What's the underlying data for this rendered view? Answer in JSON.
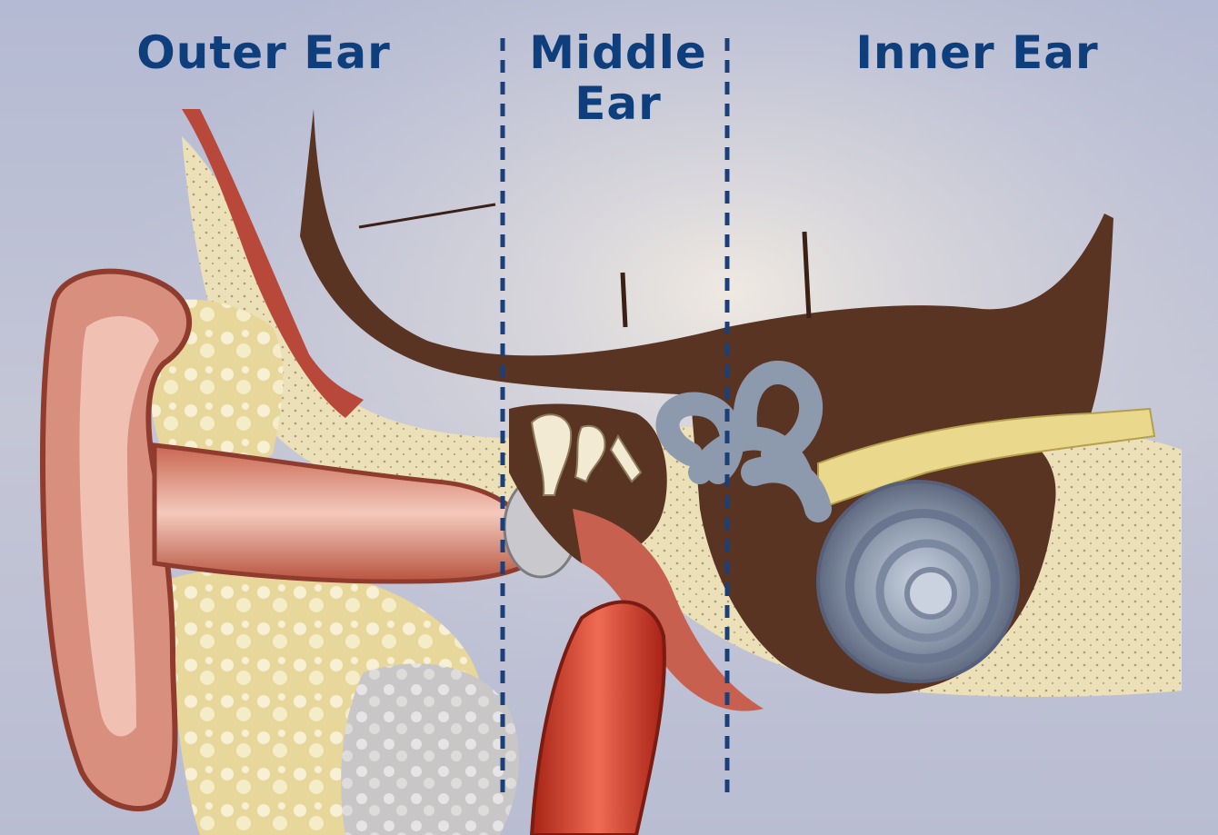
{
  "labels": {
    "outer": "Outer Ear",
    "middle": "Middle Ear",
    "inner": "Inner Ear"
  },
  "colors": {
    "label_text": "#0e3f7c",
    "divider": "#1b3f78",
    "background": "#b9bfd6",
    "skin": "#d98f7e",
    "skin_dark": "#b5533f",
    "bone": "#ece0b8",
    "bone_dark": "#5a3422",
    "cochlea": "#8c98ab",
    "nerve": "#e7d58a",
    "artery": "#d63b2c"
  },
  "icons": {
    "outer_ear": "ear-pinna-icon",
    "canal": "ear-canal-icon",
    "ossicles": "ossicles-icon",
    "cochlea": "cochlea-icon",
    "canals": "semicircular-canals-icon",
    "artery": "artery-icon"
  }
}
